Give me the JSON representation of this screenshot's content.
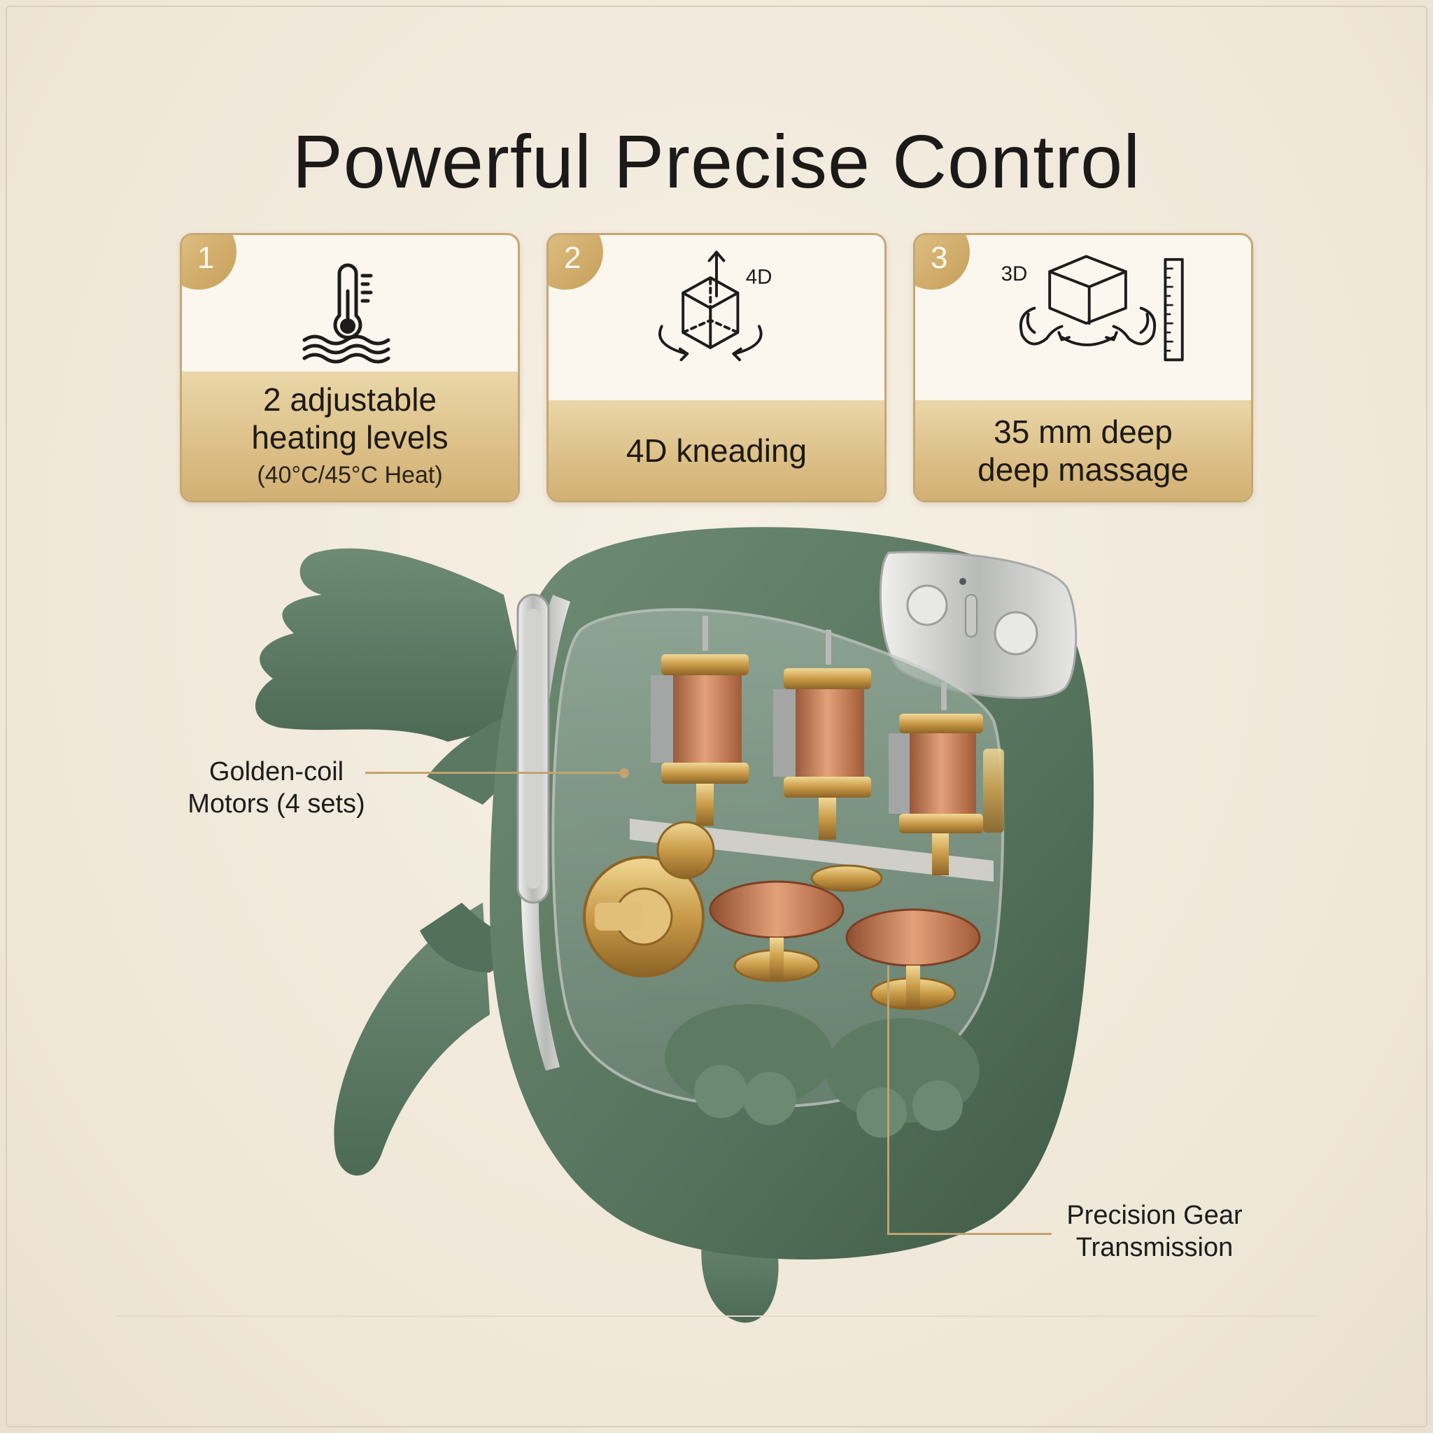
{
  "title": "Powerful Precise Control",
  "features": [
    {
      "number": "1",
      "line1": "2 adjustable",
      "line2": "heating levels",
      "line3": "(40°C/45°C Heat)",
      "icon": "thermometer-heat-icon"
    },
    {
      "number": "2",
      "line1": "4D kneading",
      "line2": "",
      "line3": "",
      "icon": "4d-cube-rotation-icon",
      "icon_label": "4D"
    },
    {
      "number": "3",
      "line1": "35 mm deep",
      "line2": "deep massage",
      "line3": "",
      "icon": "3d-cube-ruler-icon",
      "icon_label": "3D"
    }
  ],
  "callouts": {
    "motors": {
      "line1": "Golden-coil",
      "line2": "Motors (4 sets)"
    },
    "gears": {
      "line1": "Precision Gear",
      "line2": "Transmission"
    }
  },
  "colors": {
    "background": "#f3ecdf",
    "gold": "#c7a774",
    "product_green": "#5f7d65",
    "copper": "#c77b55"
  }
}
